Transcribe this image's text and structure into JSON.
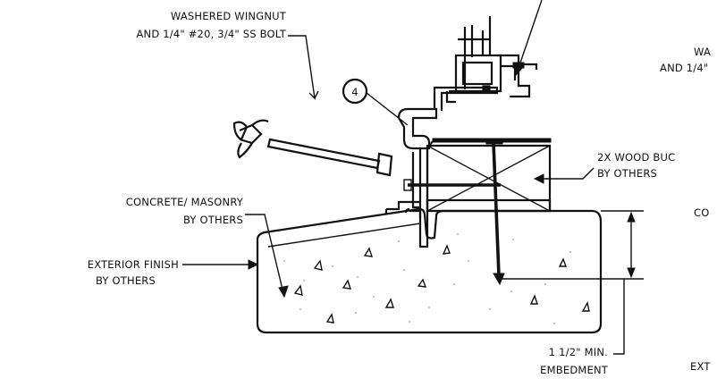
{
  "labels": {
    "wingnut_line1": "WASHERED WINGNUT",
    "wingnut_line2": "AND 1/4\" #20, 3/4\" SS BOLT",
    "callout_number": "4",
    "right_cut_1_line1": "WA",
    "right_cut_1_line2": "AND 1/4\"",
    "buck_line1": "2X WOOD BUC",
    "buck_line2": "BY OTHERS",
    "right_cut_2": "CO",
    "concrete_line1": "CONCRETE/ MASONRY",
    "concrete_line2": "BY OTHERS",
    "exterior_line1": "EXTERIOR FINISH",
    "exterior_line2": "BY OTHERS",
    "embed_line1": "1 1/2\" MIN.",
    "embed_line2": "EMBEDMENT",
    "right_cut_3": "EXT"
  },
  "colors": {
    "ink": "#111111",
    "paper": "#ffffff",
    "stipple": "#9a9a9a"
  }
}
